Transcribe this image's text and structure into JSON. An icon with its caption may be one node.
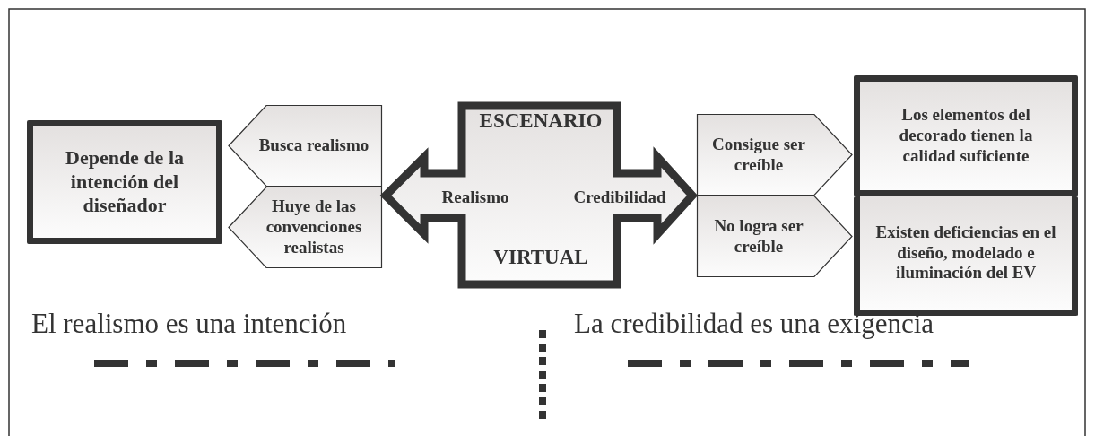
{
  "diagram": {
    "nodes": [
      {
        "text": [
          "Depende de la intención del diseñador"
        ]
      },
      {
        "text": [
          "Busca realismo"
        ]
      },
      {
        "text": [
          "Huye de las convenciones realistas"
        ]
      },
      {
        "text": [
          "ESCENARIO",
          "Realismo",
          "Credibilidad",
          "VIRTUAL"
        ]
      },
      {
        "text": [
          "Consigue ser creíble"
        ]
      },
      {
        "text": [
          "No logra ser creíble"
        ]
      },
      {
        "text": [
          "Los elementos del decorado tienen la calidad suficiente"
        ]
      },
      {
        "text": [
          "Existen deficiencias en el diseño, modelado e iluminación del EV"
        ]
      }
    ],
    "labels": [
      "El realismo es una intención",
      "La credibilidad es una exigencia"
    ]
  }
}
